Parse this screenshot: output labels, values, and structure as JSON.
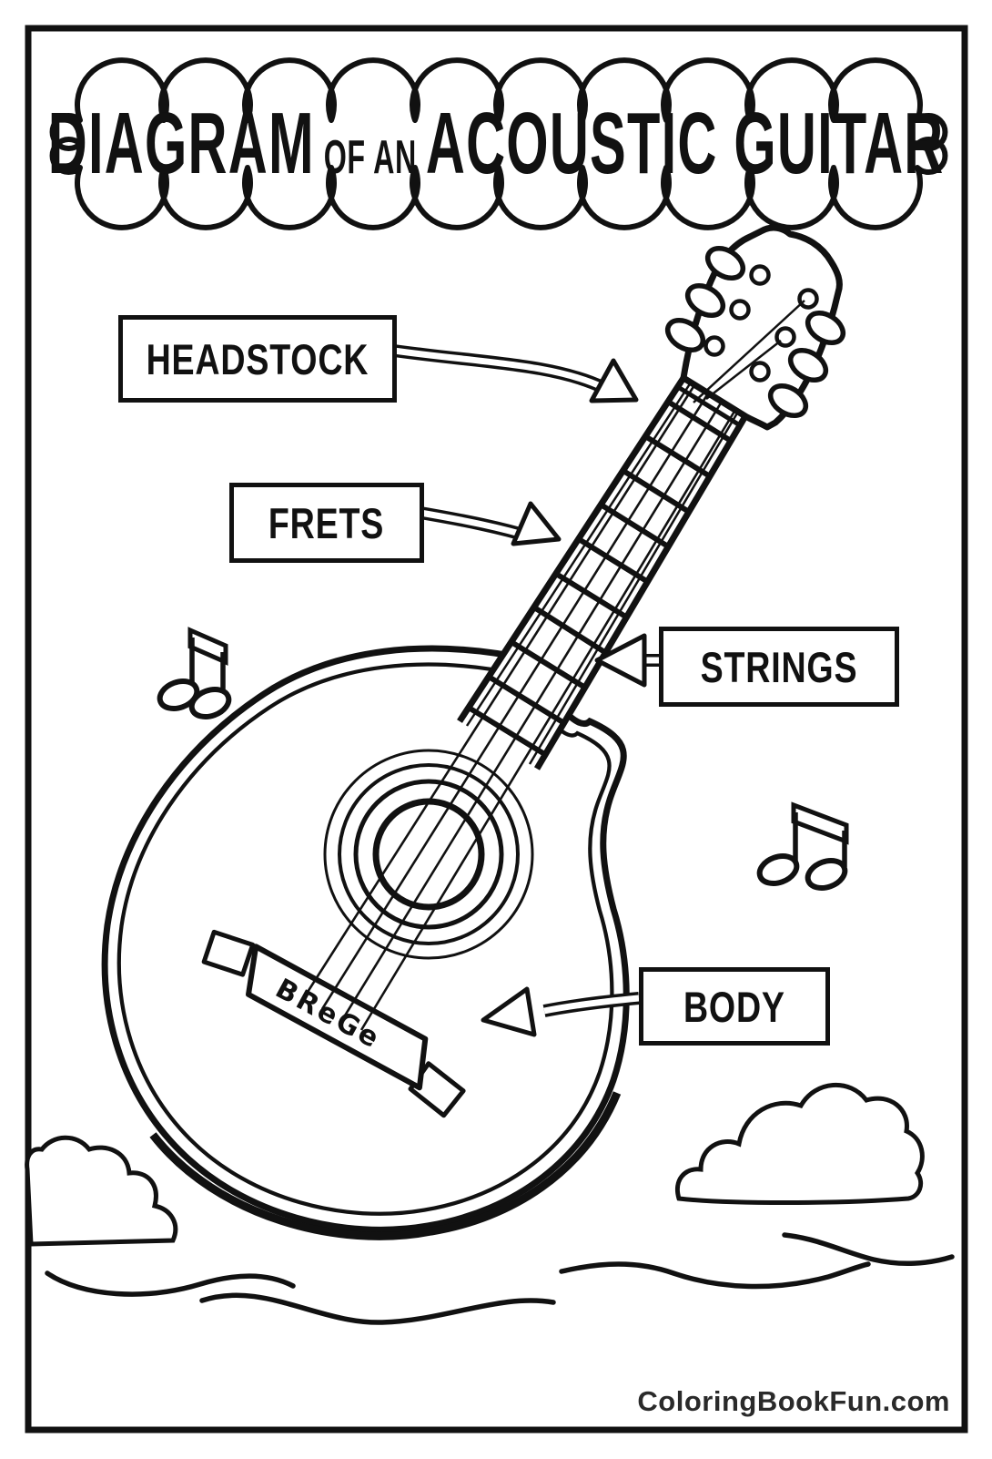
{
  "page": {
    "title": {
      "word1": "DIAGRAM",
      "small": "OF AN",
      "word2": "ACOUSTIC GUITAR"
    },
    "footer": "ColoringBookFun.com"
  },
  "labels": {
    "headstock": "HEADSTOCK",
    "frets": "FRETS",
    "strings": "STRINGS",
    "body": "BODY"
  },
  "guitar": {
    "bridge_text": "BReGe"
  },
  "colors": {
    "ink": "#111111",
    "paper": "#ffffff",
    "footer_text": "#2a2a2a"
  }
}
